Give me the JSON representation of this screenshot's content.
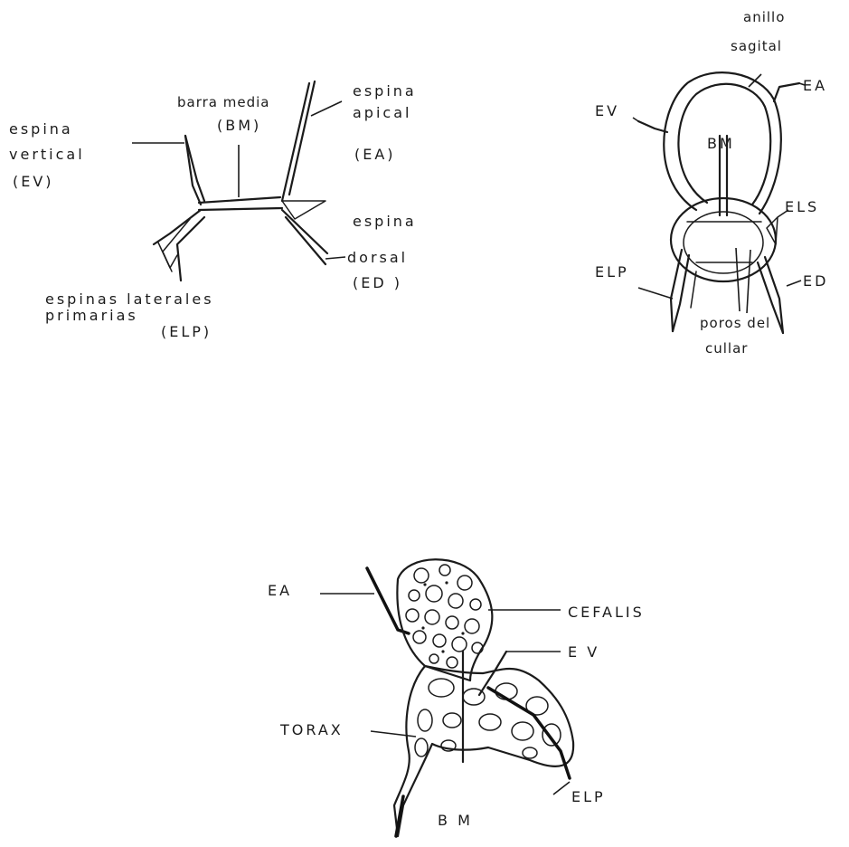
{
  "figure_a": {
    "labels": {
      "barra_media": "barra media",
      "bm": "(BM)",
      "espina_apical_1": "espina",
      "espina_apical_2": "apical",
      "espina_apical_3": "(EA)",
      "espina_vertical_1": "espina",
      "espina_vertical_2": "vertical",
      "espina_vertical_3": "(EV)",
      "espina_dorsal_1": "espina",
      "espina_dorsal_2": "dorsal",
      "espina_dorsal_3": "(ED )",
      "elp_1": "espinas laterales",
      "elp_2": "primarias",
      "elp_3": "(ELP)"
    }
  },
  "figure_b": {
    "labels": {
      "anillo": "anillo",
      "sagital": "sagital",
      "ea": "EA",
      "ev": "EV",
      "bm": "BM",
      "els": "ELS",
      "elp": "ELP",
      "ed": "ED",
      "poros_1": "poros del",
      "poros_2": "cullar"
    }
  },
  "figure_c": {
    "labels": {
      "ea": "EA",
      "cefalis": "CEFALIS",
      "ev": "E V",
      "torax": "TORAX",
      "elp": "ELP",
      "bm": "B M"
    }
  }
}
